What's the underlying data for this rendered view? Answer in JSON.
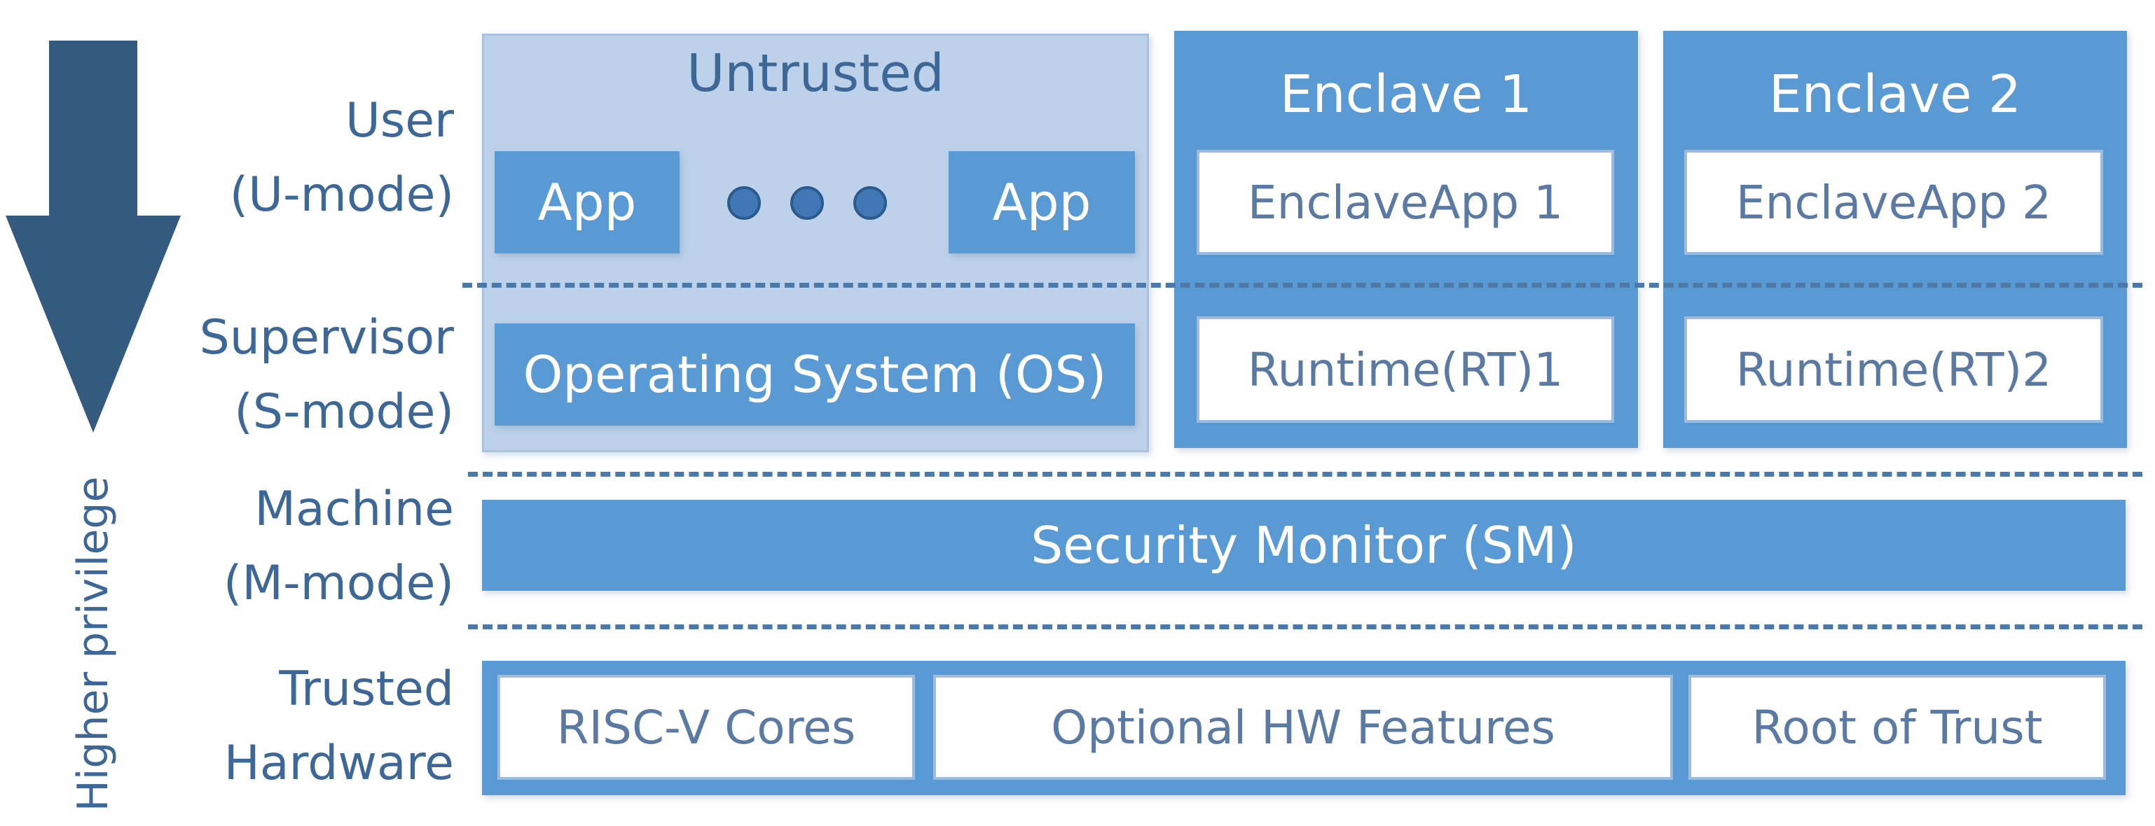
{
  "arrow_label": "Higher privilege",
  "levels": {
    "user": [
      "User",
      "(U-mode)"
    ],
    "supervisor": [
      "Supervisor",
      "(S-mode)"
    ],
    "machine": [
      "Machine",
      "(M-mode)"
    ],
    "hardware": [
      "Trusted",
      "Hardware"
    ]
  },
  "untrusted": {
    "title": "Untrusted",
    "app_left": "App",
    "app_right": "App",
    "os": "Operating System (OS)"
  },
  "enclaves": [
    {
      "title": "Enclave 1",
      "app": "EnclaveApp 1",
      "runtime": "Runtime(RT)1"
    },
    {
      "title": "Enclave 2",
      "app": "EnclaveApp 2",
      "runtime": "Runtime(RT)2"
    }
  ],
  "security_monitor": "Security Monitor (SM)",
  "hardware_items": [
    "RISC-V Cores",
    "Optional HW Features",
    "Root of Trust"
  ],
  "colors": {
    "arrow": "#345a80",
    "block": "#5a9ad4",
    "untrusted_bg": "#bdd1ea",
    "label_text": "#3d6796",
    "dash": "#4d79a8"
  }
}
